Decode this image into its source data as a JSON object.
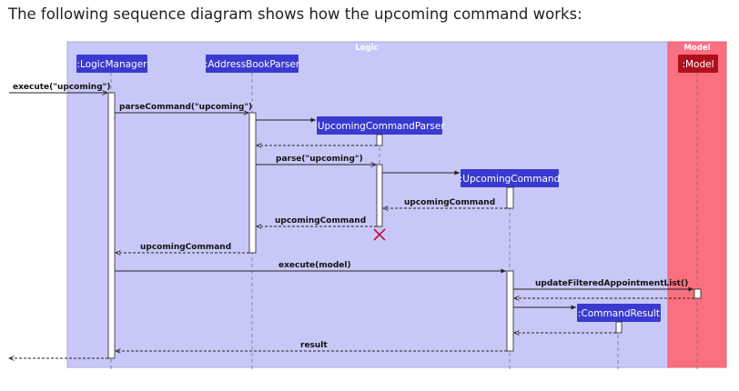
{
  "caption": "The following sequence diagram shows how the upcoming command works:",
  "frames": {
    "logic_title": "Logic",
    "model_title": "Model"
  },
  "participants": {
    "logic_manager": ":LogicManager",
    "address_book_parser": ":AddressBookParser",
    "upcoming_command_parser": ":UpcomingCommandParser",
    "upcoming_command": ":UpcomingCommand",
    "command_result": ":CommandResult",
    "model": ":Model"
  },
  "messages": {
    "execute_upcoming": "execute(\"upcoming\")",
    "parse_command": "parseCommand(\"upcoming\")",
    "parse_upcoming": "parse(\"upcoming\")",
    "upcoming_command_ret1": "upcomingCommand",
    "upcoming_command_ret2": "upcomingCommand",
    "upcoming_command_ret3": "upcomingCommand",
    "execute_model": "execute(model)",
    "update_filtered": "updateFilteredAppointmentList()",
    "result": "result"
  },
  "colors": {
    "logic_frame": "#c8c8f8",
    "model_frame": "#fa7080",
    "participant_box": "#3a3ad0",
    "model_box": "#b0101c",
    "destroy_mark": "#c0103a"
  }
}
